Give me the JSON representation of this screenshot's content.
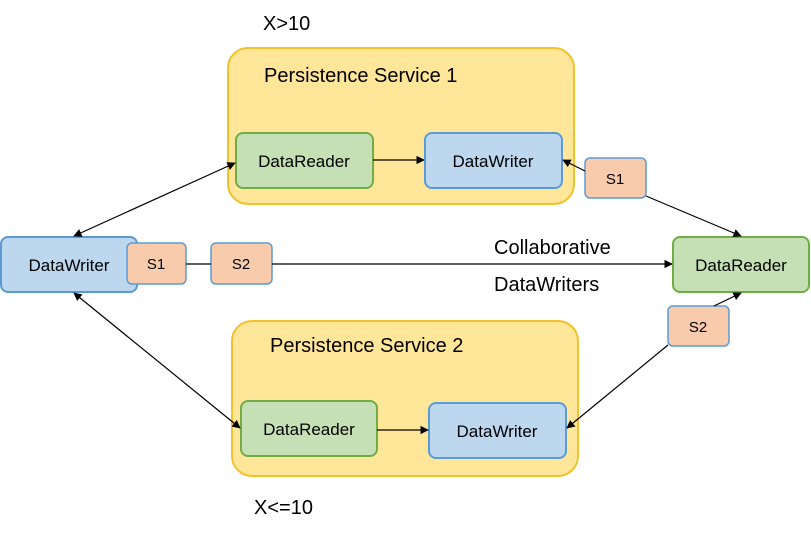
{
  "colors": {
    "service_fill": "#FFE699",
    "service_stroke": "#F2C12E",
    "reader_fill": "#C5E0B4",
    "reader_stroke": "#70AD47",
    "writer_fill": "#BDD7EE",
    "writer_stroke": "#5B9BD5",
    "tag_fill": "#F8CBAD",
    "tag_stroke": "#5B9BD5",
    "line": "#000000"
  },
  "conditions": {
    "top": "X>10",
    "bottom": "X<=10"
  },
  "services": [
    {
      "title": "Persistence Service 1",
      "reader_label": "DataReader",
      "writer_label": "DataWriter"
    },
    {
      "title": "Persistence Service 2",
      "reader_label": "DataReader",
      "writer_label": "DataWriter"
    }
  ],
  "left_writer": {
    "label": "DataWriter",
    "tag_s1": "S1",
    "tag_s2": "S2"
  },
  "right_reader": {
    "label": "DataReader"
  },
  "tags": {
    "service1_out": "S1",
    "service2_out": "S2"
  },
  "collab_label": {
    "line1": "Collaborative",
    "line2": "DataWriters"
  }
}
